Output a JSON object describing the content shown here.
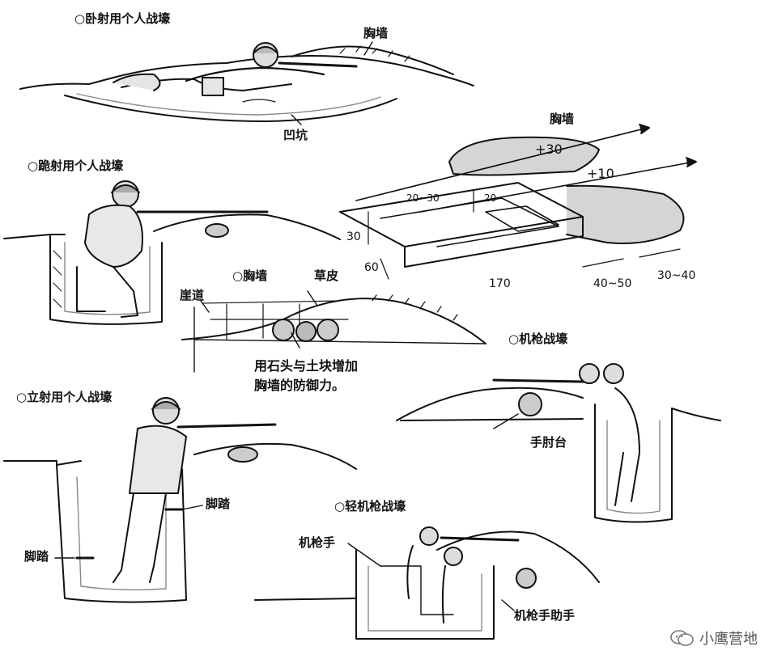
{
  "labels": {
    "prone": "○卧射用个人战壕",
    "parapet1": "胸墙",
    "pit": "凹坑",
    "kneel": "○跪射用个人战壕",
    "parapet2": "胸墙",
    "plus30": "+30",
    "plus10": "+10",
    "d20_30": "20~30",
    "d20": "20",
    "d30": "30",
    "d60": "60",
    "d170": "170",
    "d40_50": "40~50",
    "d30_40": "30~40",
    "parapet3": "○胸墙",
    "turf": "草皮",
    "cliff": "崖道",
    "note_line1": "用石头与土块增加",
    "note_line2": "胸墙的防御力。",
    "mg_trench": "○机枪战壕",
    "elbow": "手肘台",
    "stand": "○立射用个人战壕",
    "footstep1": "脚踏",
    "footstep2": "脚踏",
    "lmg_trench": "○轻机枪战壕",
    "gunner": "机枪手",
    "assistant": "机枪手助手"
  },
  "watermark": {
    "text": "小鹰营地",
    "icon": "wechat-icon"
  },
  "colors": {
    "ink": "#111111",
    "shade": "#bdbdbd",
    "paper": "#ffffff"
  }
}
